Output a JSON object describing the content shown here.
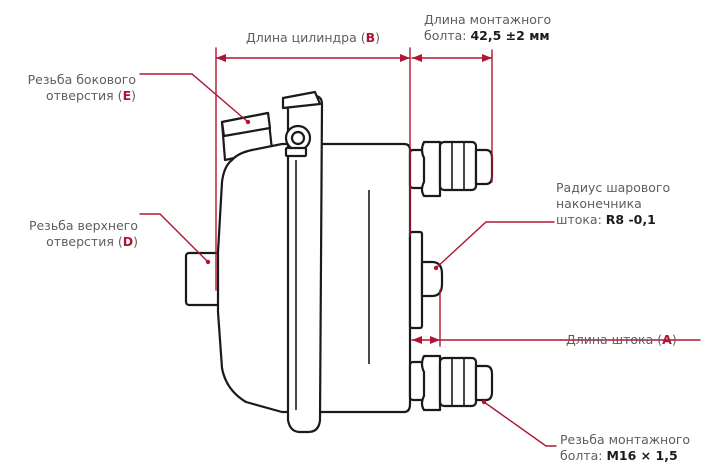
{
  "colors": {
    "accent": "#b01632",
    "outline": "#1a1a1a",
    "label": "#5e5e5e"
  },
  "labels": {
    "side_port": {
      "line1": "Резьба бокового",
      "line2_prefix": "отверстия (",
      "letter": "E",
      "line2_suffix": ")"
    },
    "top_port": {
      "line1": "Резьба верхнего",
      "line2_prefix": "отверстия (",
      "letter": "D",
      "line2_suffix": ")"
    },
    "cylinder_length": {
      "prefix": "Длина цилиндра (",
      "letter": "B",
      "suffix": ")"
    },
    "bolt_length": {
      "line1": "Длина монтажного",
      "line2_prefix": "болта: ",
      "value": "42,5 ±2 мм"
    },
    "ball_radius": {
      "line1": "Радиус шарового",
      "line2": "наконечника",
      "line3_prefix": "штока: ",
      "value": "R8 -0,1"
    },
    "rod_length": {
      "prefix": "Длина штока (",
      "letter": "A",
      "suffix": ")"
    },
    "bolt_thread": {
      "line1": "Резьба монтажного",
      "line2_prefix": "болта: ",
      "value": "M16 × 1,5"
    }
  }
}
